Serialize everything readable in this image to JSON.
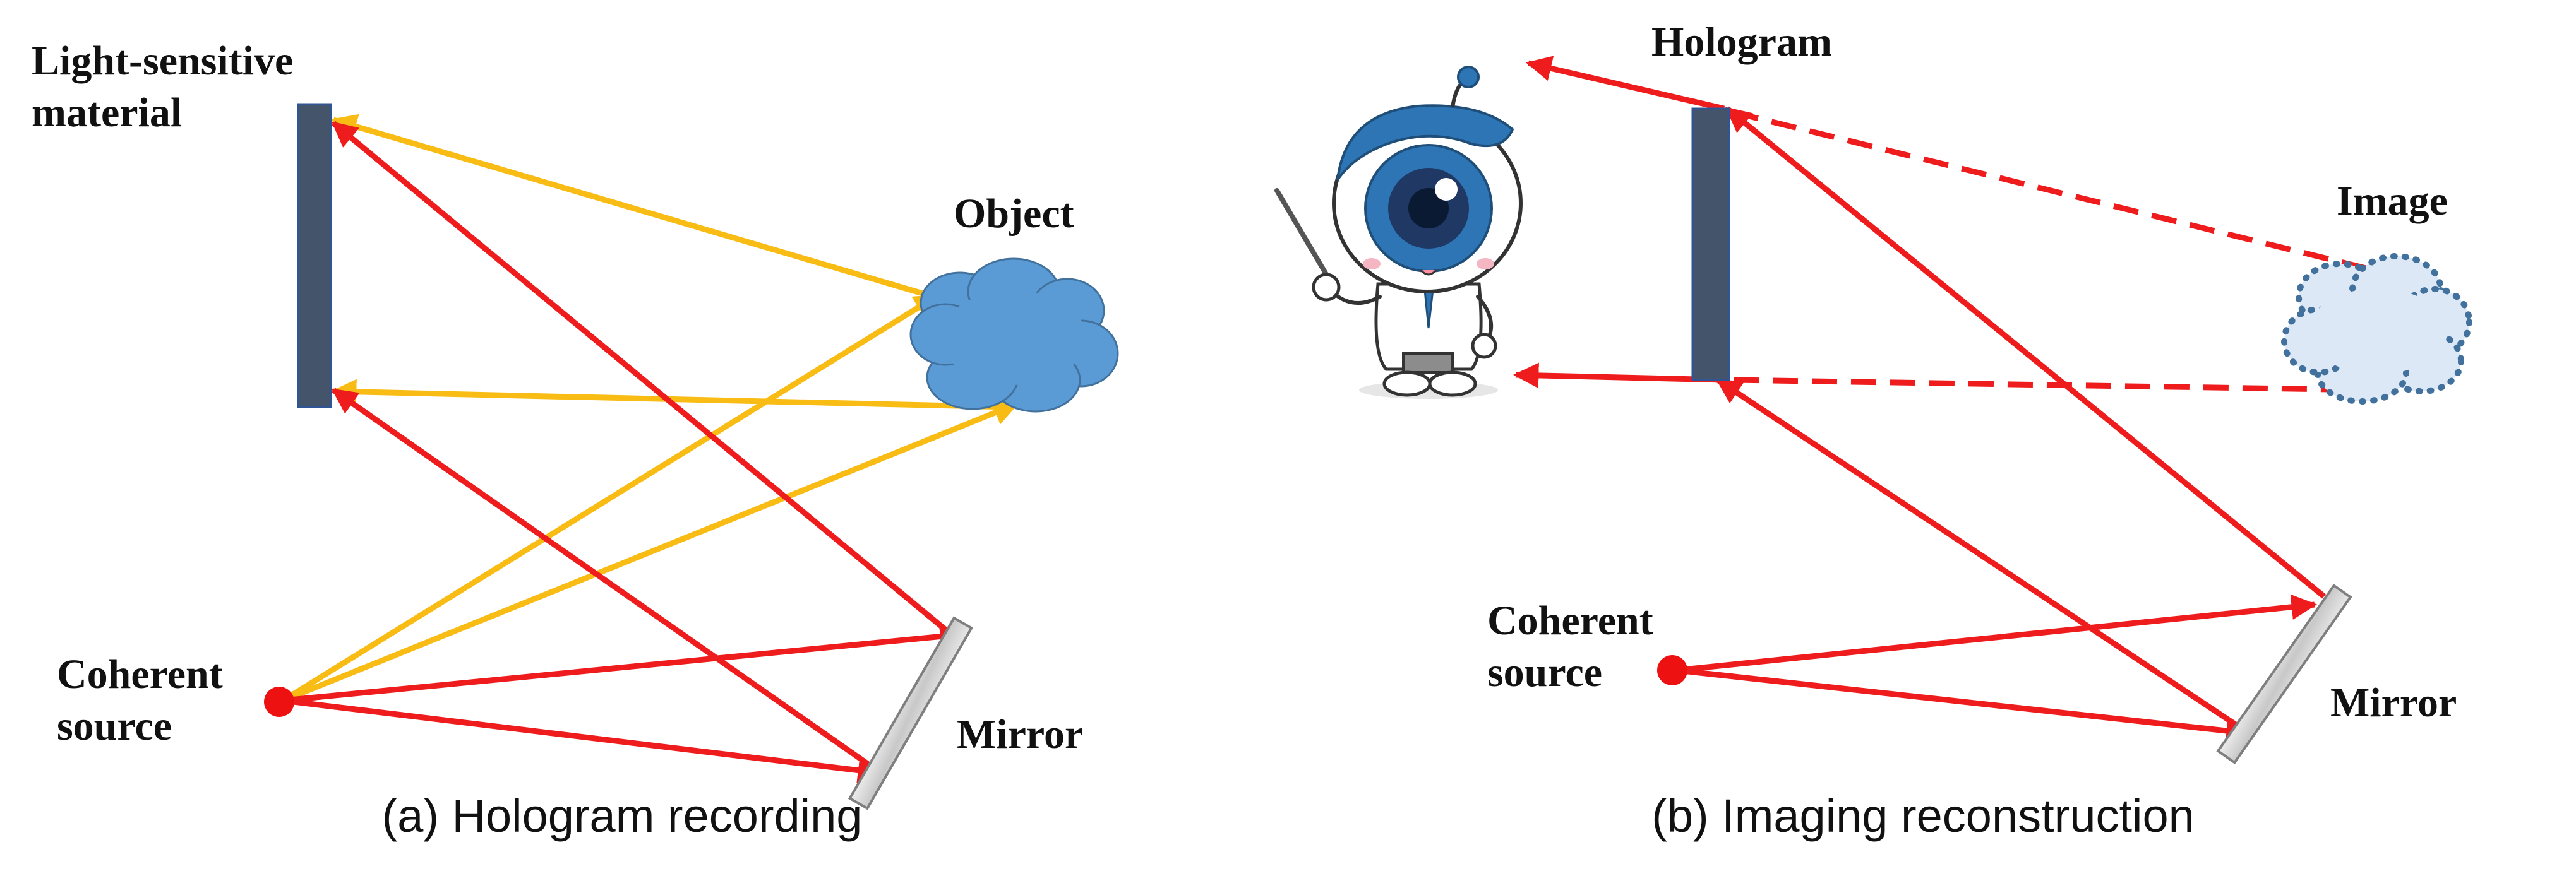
{
  "panels": [
    {
      "id": "a",
      "caption": "(a) Hologram recording",
      "labels": {
        "medium": [
          "Light-sensitive",
          "material"
        ],
        "object": "Object",
        "source": [
          "Coherent",
          "source"
        ],
        "mirror": "Mirror"
      }
    },
    {
      "id": "b",
      "caption": "(b) Imaging reconstruction",
      "labels": {
        "hologram": "Hologram",
        "image": "Image",
        "source": [
          "Coherent",
          "source"
        ],
        "mirror": "Mirror"
      }
    }
  ],
  "colors": {
    "reference_beam": "#ee1c1c",
    "object_beam": "#f8bc14",
    "plate": "#44546a",
    "object_fill": "#5b9bd5",
    "image_fill": "#dce8f5",
    "image_outline": "#41719c",
    "mirror": "#d9d9d9",
    "source": "#ee1111"
  },
  "icons": {
    "viewer": "eye-mascot-with-pointer-icon",
    "object": "cloud-icon",
    "image": "dotted-cloud-icon",
    "mirror": "mirror-icon",
    "source": "point-source-icon"
  }
}
